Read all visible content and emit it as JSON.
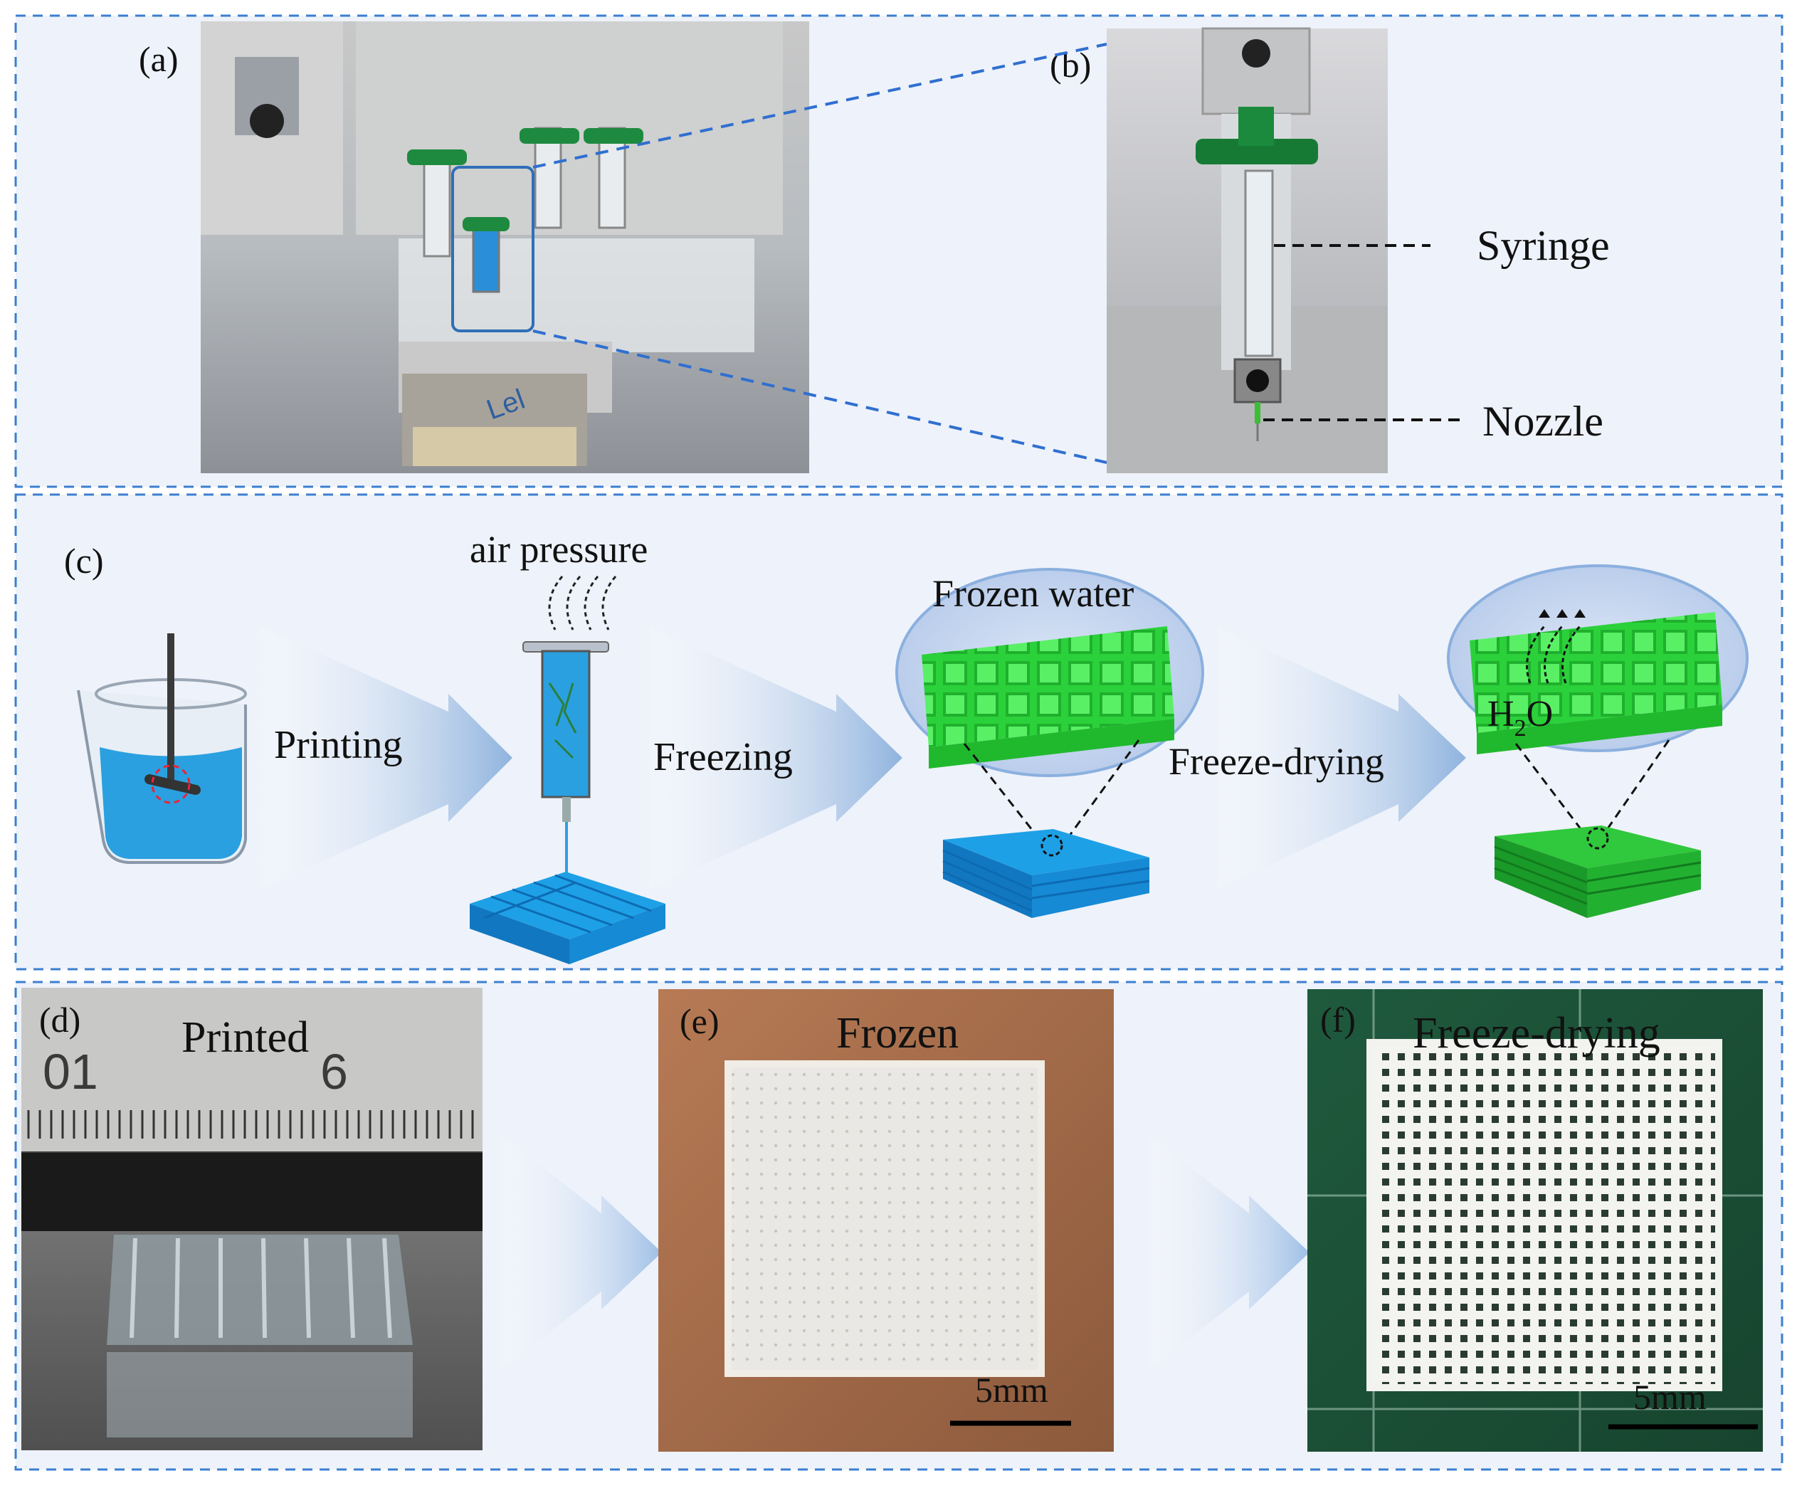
{
  "panels": {
    "a": {
      "label": "(a)"
    },
    "b": {
      "label": "(b)",
      "callouts": {
        "syringe": "Syringe",
        "nozzle": "Nozzle"
      }
    },
    "c": {
      "label": "(c)",
      "air_pressure": "air pressure",
      "steps": {
        "printing": "Printing",
        "freezing": "Freezing",
        "freeze_drying": "Freeze-drying"
      },
      "frozen_water": "Frozen water",
      "h2o": {
        "h": "H",
        "sub": "2",
        "o": "O"
      }
    },
    "d": {
      "label": "(d)",
      "title": "Printed"
    },
    "e": {
      "label": "(e)",
      "title": "Frozen",
      "scale": "5mm"
    },
    "f": {
      "label": "(f)",
      "title": "Freeze-drying",
      "scale": "5mm"
    }
  },
  "colors": {
    "panel_bg": "#eef2fa",
    "dashed_border": "#3b7fd0",
    "blue_ink": "#1e9ad6",
    "green_scaffold": "#2ecc3c",
    "arrow": "#9dbce0"
  }
}
